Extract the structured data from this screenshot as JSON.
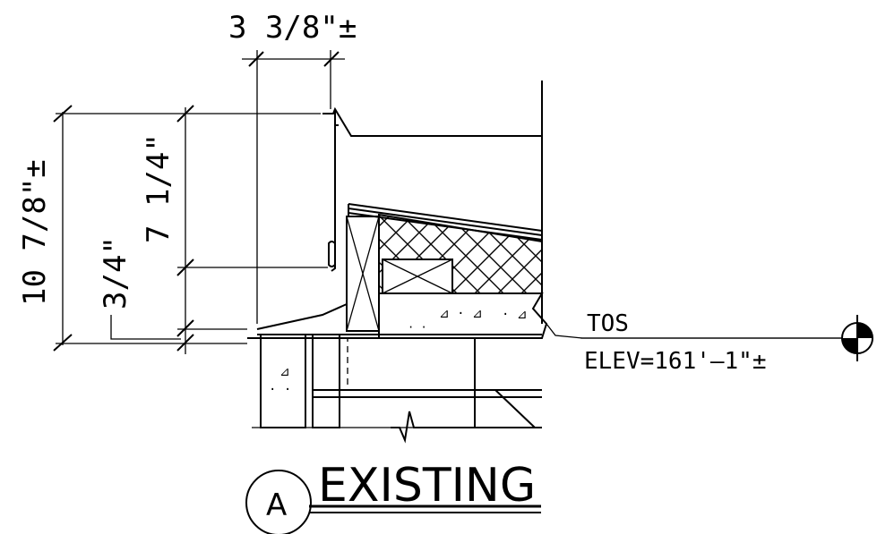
{
  "dimensions": {
    "top_width": "3 3/8\"±",
    "overall_height": "10 7/8\"±",
    "upper_height": "7 1/4\"",
    "lower_gap": "3/4\""
  },
  "elevation_tag": {
    "label": "TOS",
    "value": "ELEV=161'–1\"±"
  },
  "detail_title": {
    "marker": "A",
    "text": "EXISTING"
  }
}
